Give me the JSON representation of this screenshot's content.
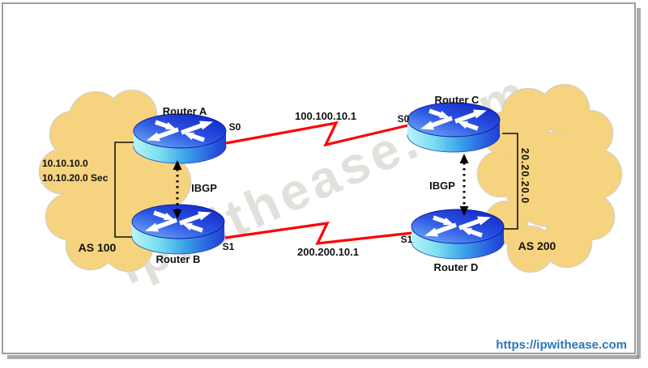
{
  "canvas": {
    "background": "#ffffff",
    "frame_color": "#9e9e9e",
    "shadow_color": "#8f8f8f"
  },
  "watermark": {
    "text": "ipwithease.com"
  },
  "footer": {
    "site_link": "https://ipwithease.com",
    "link_color": "#2E75B6"
  },
  "as100": {
    "label": "AS 100",
    "network_primary": "10.10.10.0",
    "network_secondary": "10.10.20.0  Sec",
    "cloud_color": "#F6D37E"
  },
  "as200": {
    "label": "AS 200",
    "network": "20.20.20.0",
    "cloud_color": "#F6D37E"
  },
  "routers": {
    "a": {
      "name": "Router A",
      "interface": "S0"
    },
    "b": {
      "name": "Router B",
      "interface": "S1"
    },
    "c": {
      "name": "Router C",
      "interface": "S0"
    },
    "d": {
      "name": "Router D",
      "interface": "S1"
    }
  },
  "links": {
    "top": {
      "ip": "100.100.10.1",
      "color": "#FF0000"
    },
    "bottom": {
      "ip": "200.200.10.1",
      "color": "#FF0000"
    }
  },
  "ibgp": {
    "left_label": "IBGP",
    "right_label": "IBGP"
  }
}
